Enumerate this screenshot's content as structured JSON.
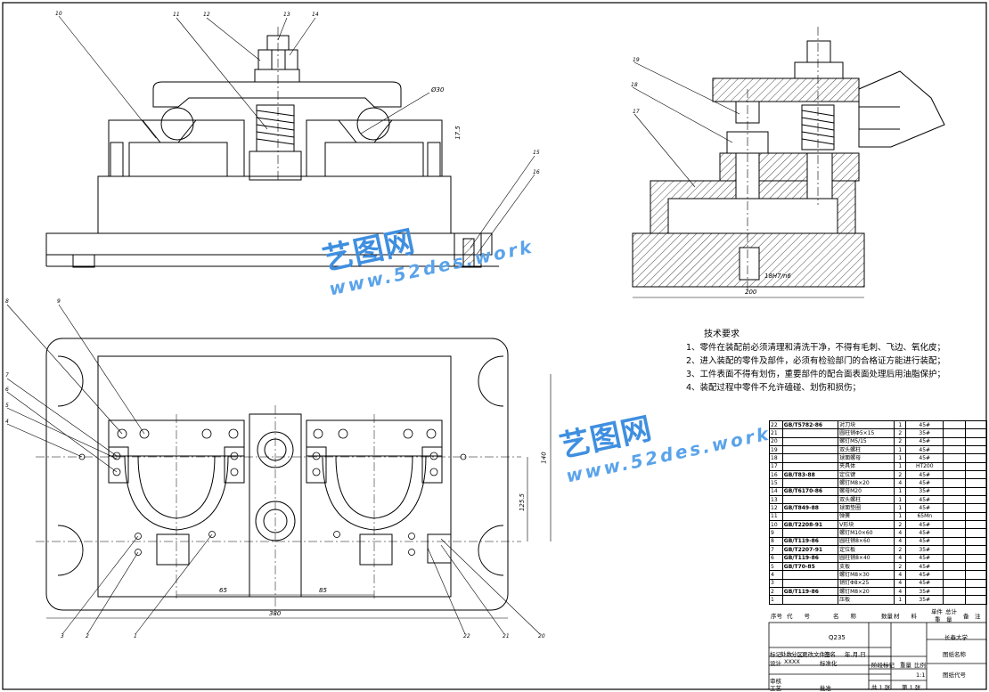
{
  "part_labels": {
    "top_view": [
      "10",
      "11",
      "12",
      "13",
      "14"
    ],
    "right_leader": [
      "15",
      "16"
    ],
    "side_view": [
      "19",
      "18",
      "17"
    ],
    "plan_left": [
      "8",
      "9",
      "7",
      "6",
      "5",
      "4"
    ],
    "plan_bottom": [
      "3",
      "2",
      "1",
      "22",
      "21",
      "20"
    ]
  },
  "dimensions": {
    "dia30": "Ø30",
    "h17_5": "17.5",
    "fit": "18H7/n6",
    "w200": "200",
    "d140": "140",
    "d125_5": "125.5",
    "d65": "65",
    "d85": "85",
    "w380": "380"
  },
  "technical_requirements": {
    "heading": "技术要求",
    "items": [
      "1、零件在装配前必须清理和清洗干净，不得有毛刺、飞边、氧化皮；",
      "2、进入装配的零件及部件，必须有检验部门的合格证方能进行装配；",
      "3、工件表面不得有划伤，重要部件的配合面表面处理后用油脂保护；",
      "4、装配过程中零件不允许磕碰、划伤和损伤；"
    ]
  },
  "bom": {
    "rows": [
      {
        "no": "22",
        "code": "GB/T5782-86",
        "name": "对刀块",
        "qty": "1",
        "mat": "45#"
      },
      {
        "no": "21",
        "code": "",
        "name": "圆柱销Φ5×15",
        "qty": "2",
        "mat": "35#"
      },
      {
        "no": "20",
        "code": "",
        "name": "螺钉M5/15",
        "qty": "2",
        "mat": "45#"
      },
      {
        "no": "19",
        "code": "",
        "name": "双头螺柱",
        "qty": "1",
        "mat": "45#"
      },
      {
        "no": "18",
        "code": "",
        "name": "球面螺母",
        "qty": "1",
        "mat": "45#"
      },
      {
        "no": "17",
        "code": "",
        "name": "夹具体",
        "qty": "1",
        "mat": "HT200"
      },
      {
        "no": "16",
        "code": "GB/T83-88",
        "name": "定位键",
        "qty": "2",
        "mat": "45#"
      },
      {
        "no": "15",
        "code": "",
        "name": "螺钉M8×20",
        "qty": "4",
        "mat": "45#"
      },
      {
        "no": "14",
        "code": "GB/T6170-86",
        "name": "螺母M20",
        "qty": "1",
        "mat": "35#"
      },
      {
        "no": "13",
        "code": "",
        "name": "双头螺柱",
        "qty": "1",
        "mat": "45#"
      },
      {
        "no": "12",
        "code": "GB/T849-88",
        "name": "球面垫圈",
        "qty": "1",
        "mat": "45#"
      },
      {
        "no": "11",
        "code": "",
        "name": "弹簧",
        "qty": "1",
        "mat": "65Mn"
      },
      {
        "no": "10",
        "code": "GB/T2208-91",
        "name": "V形块",
        "qty": "2",
        "mat": "45#"
      },
      {
        "no": "9",
        "code": "",
        "name": "螺钉M10×60",
        "qty": "4",
        "mat": "45#"
      },
      {
        "no": "8",
        "code": "GB/T119-86",
        "name": "圆柱销8×60",
        "qty": "4",
        "mat": "45#"
      },
      {
        "no": "7",
        "code": "GB/T2207-91",
        "name": "定位板",
        "qty": "2",
        "mat": "35#"
      },
      {
        "no": "6",
        "code": "GB/T119-86",
        "name": "圆柱销8×40",
        "qty": "4",
        "mat": "45#"
      },
      {
        "no": "5",
        "code": "GB/T70-85",
        "name": "支板",
        "qty": "2",
        "mat": "45#"
      },
      {
        "no": "4",
        "code": "",
        "name": "螺钉M8×30",
        "qty": "4",
        "mat": "45#"
      },
      {
        "no": "3",
        "code": "",
        "name": "销钉Φ8×25",
        "qty": "4",
        "mat": "45#"
      },
      {
        "no": "2",
        "code": "GB/T119-86",
        "name": "螺钉M8×20",
        "qty": "4",
        "mat": "35#"
      },
      {
        "no": "1",
        "code": "",
        "name": "压板",
        "qty": "1",
        "mat": "35#"
      }
    ],
    "header": {
      "no": "序号",
      "code": "代　　号",
      "name": "名　　称",
      "qty": "数量",
      "mat": "材　　料",
      "unit_w": "单件",
      "total_w": "总计",
      "weight": "重　量",
      "remark": "备　注"
    }
  },
  "title_block": {
    "material": "Q235",
    "school": "长春大学",
    "drawing_name": "图纸名称",
    "drawing_code": "图纸代号",
    "stage": "阶段标记",
    "weight": "重量",
    "scale": "比例",
    "scale_val": "1:1",
    "sheets_total": "共 1 张",
    "sheet_no": "第 1 张",
    "mark": "标记",
    "count": "处数",
    "zone": "分区",
    "change_doc": "更改文件号",
    "sign": "签名",
    "date": "年,月,日",
    "design": "设计",
    "design_name": "XXXX",
    "standard": "标准化",
    "review": "审核",
    "process": "工艺",
    "approve": "批准"
  },
  "watermark": {
    "brand": "艺图网",
    "url": "www.52des.work"
  }
}
